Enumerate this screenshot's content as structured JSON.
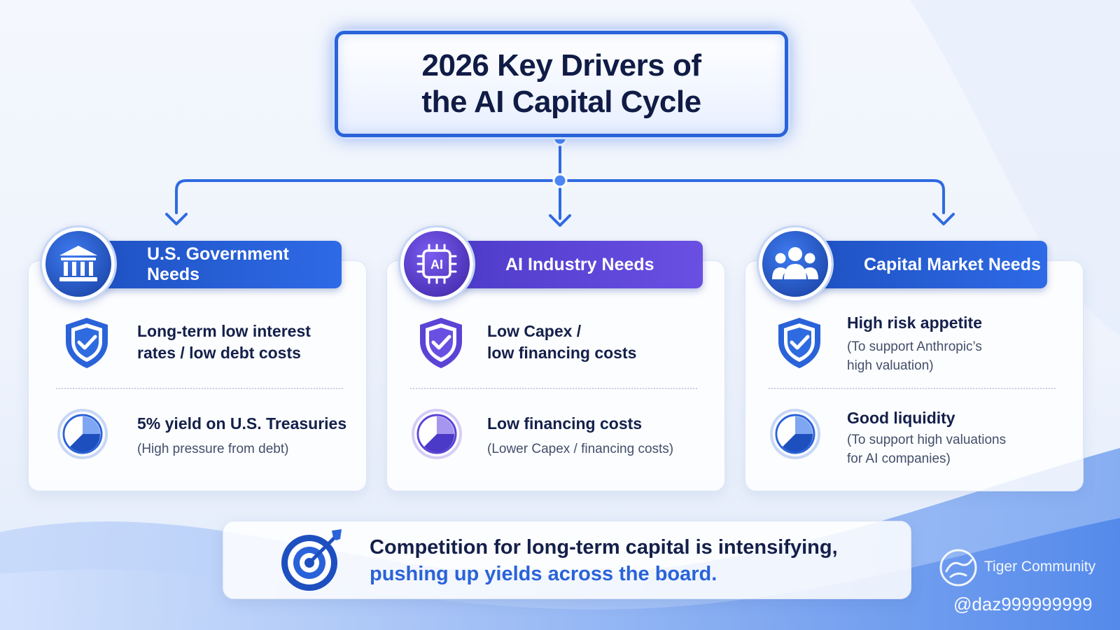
{
  "title": {
    "line1": "2026 Key Drivers of",
    "line2": "the AI Capital Cycle"
  },
  "columns": [
    {
      "header": "U.S. Government Needs",
      "header_icon": "bank-icon",
      "accent": "#2a63d9",
      "items": [
        {
          "icon": "shield-check-icon",
          "title_lines": [
            "Long-term low interest",
            "rates / low debt costs"
          ],
          "sub_lines": []
        },
        {
          "icon": "pie-chart-icon",
          "title_lines": [
            "5% yield on U.S. Treasuries"
          ],
          "sub_lines": [
            "(High pressure from debt)"
          ]
        }
      ]
    },
    {
      "header": "AI Industry Needs",
      "header_icon": "ai-chip-icon",
      "accent": "#5b43d6",
      "items": [
        {
          "icon": "shield-check-icon",
          "title_lines": [
            "Low Capex /",
            "low financing costs"
          ],
          "sub_lines": []
        },
        {
          "icon": "pie-chart-icon",
          "title_lines": [
            "Low financing costs"
          ],
          "sub_lines": [
            "(Lower Capex / financing costs)"
          ]
        }
      ]
    },
    {
      "header": "Capital Market Needs",
      "header_icon": "people-group-icon",
      "accent": "#2a63d9",
      "items": [
        {
          "icon": "shield-check-icon",
          "title_lines": [
            "High risk appetite"
          ],
          "sub_lines": [
            "(To support Anthropic’s",
            "high valuation)"
          ]
        },
        {
          "icon": "pie-chart-icon",
          "title_lines": [
            "Good liquidity"
          ],
          "sub_lines": [
            "(To support high valuations",
            "for AI companies)"
          ]
        }
      ]
    }
  ],
  "conclusion": {
    "icon": "target-arrow-icon",
    "line1": "Competition for long-term capital is intensifying,",
    "line2": "pushing up yields across the board."
  },
  "watermark": {
    "brand": "Tiger Community",
    "handle": "@daz999999999"
  },
  "colors": {
    "primary_blue": "#2a63d9",
    "primary_purple": "#5b43d6",
    "dark_text": "#14204a"
  }
}
